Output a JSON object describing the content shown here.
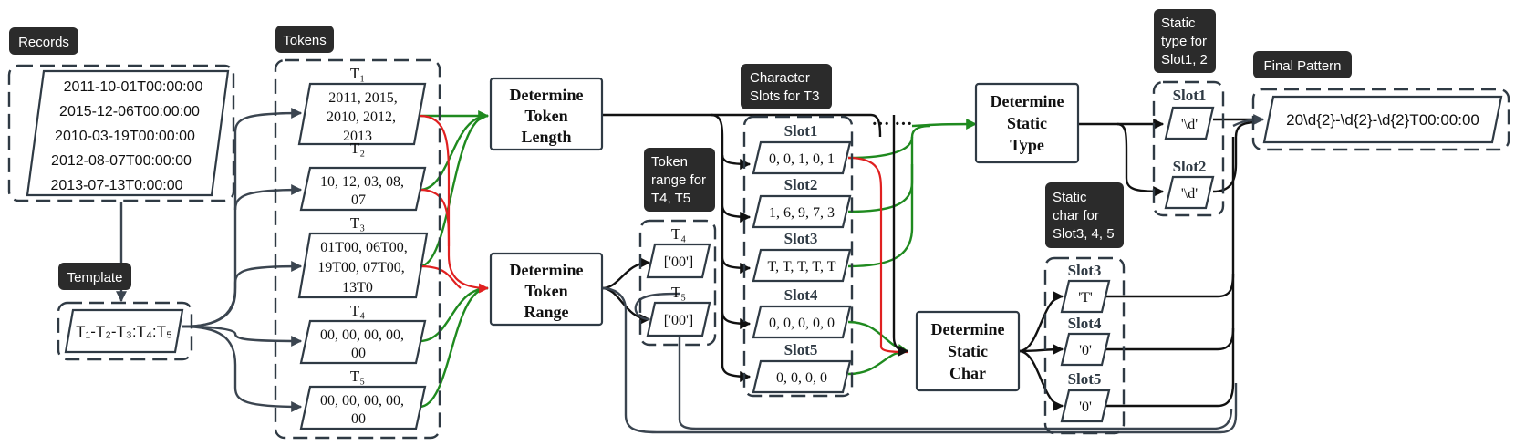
{
  "tags": {
    "records": "Records",
    "tokens": "Tokens",
    "template": "Template",
    "char_slots": [
      "Character",
      "Slots for T3"
    ],
    "token_range": [
      "Token",
      "range for",
      "T4, T5"
    ],
    "static_type": [
      "Static",
      "type for",
      "Slot1, 2"
    ],
    "static_char": [
      "Static",
      "char for",
      "Slot3, 4, 5"
    ],
    "final_pattern": "Final Pattern"
  },
  "records": [
    "2011-10-01T00:00:00",
    "2015-12-06T00:00:00",
    "2010-03-19T00:00:00",
    "2012-08-07T00:00:00",
    "2013-07-13T0:00:00"
  ],
  "template_text": "T₁-T₂-T₃:T₄:T₅",
  "tokens": [
    {
      "label": "T₁",
      "lines": [
        "2011, 2015,",
        "2010, 2012,",
        "2013"
      ]
    },
    {
      "label": "T₂",
      "lines": [
        "10, 12, 03, 08,",
        "07"
      ]
    },
    {
      "label": "T₃",
      "lines": [
        "01T00, 06T00,",
        "19T00, 07T00,",
        "13T0"
      ]
    },
    {
      "label": "T₄",
      "lines": [
        "00, 00, 00, 00,",
        "00"
      ]
    },
    {
      "label": "T₅",
      "lines": [
        "00, 00, 00, 00,",
        "00"
      ]
    }
  ],
  "processes": {
    "token_length": [
      "Determine",
      "Token",
      "Length"
    ],
    "token_range": [
      "Determine",
      "Token",
      "Range"
    ],
    "static_type": [
      "Determine",
      "Static",
      "Type"
    ],
    "static_char": [
      "Determine",
      "Static",
      "Char"
    ]
  },
  "ranges": [
    {
      "label": "T₄",
      "value": "['00']"
    },
    {
      "label": "T₅",
      "value": "['00']"
    }
  ],
  "slots": [
    {
      "label": "Slot1",
      "value": "0, 0, 1, 0, 1"
    },
    {
      "label": "Slot2",
      "value": "1, 6, 9, 7, 3"
    },
    {
      "label": "Slot3",
      "value": "T, T, T, T, T"
    },
    {
      "label": "Slot4",
      "value": "0, 0, 0, 0, 0"
    },
    {
      "label": "Slot5",
      "value": "0, 0, 0, 0"
    }
  ],
  "ellipsis": "··· ···",
  "static_types": [
    {
      "label": "Slot1",
      "value": "'\\d'"
    },
    {
      "label": "Slot2",
      "value": "'\\d'"
    }
  ],
  "static_chars": [
    {
      "label": "Slot3",
      "value": "'T'"
    },
    {
      "label": "Slot4",
      "value": "'0'"
    },
    {
      "label": "Slot5",
      "value": "'0'"
    }
  ],
  "final_pattern_value": "20\\d{2}-\\d{2}-\\d{2}T00:00:00",
  "colors": {
    "dark_arrow": "#3b4550",
    "black_arrow": "#111111",
    "green_arrow": "#1f8a1f",
    "red_arrow": "#e02020",
    "tag_bg": "#2b2b2b"
  }
}
